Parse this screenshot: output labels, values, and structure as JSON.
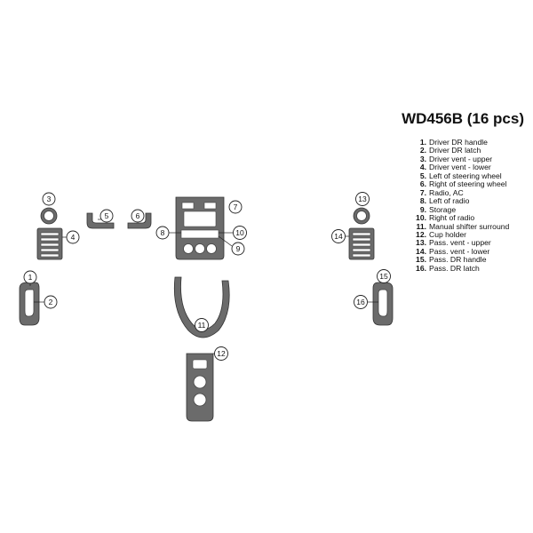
{
  "kit": {
    "title": "WD456B (16 pcs)"
  },
  "parts": [
    {
      "num": "1.",
      "name": "Driver DR handle"
    },
    {
      "num": "2.",
      "name": "Driver DR latch"
    },
    {
      "num": "3.",
      "name": "Driver vent - upper"
    },
    {
      "num": "4.",
      "name": "Driver vent - lower"
    },
    {
      "num": "5.",
      "name": "Left of steering wheel"
    },
    {
      "num": "6.",
      "name": "Right of steering wheel"
    },
    {
      "num": "7.",
      "name": "Radio, AC"
    },
    {
      "num": "8.",
      "name": "Left of radio"
    },
    {
      "num": "9.",
      "name": "Storage"
    },
    {
      "num": "10.",
      "name": "Right of radio"
    },
    {
      "num": "11.",
      "name": "Manual shifter surround"
    },
    {
      "num": "12.",
      "name": "Cup holder"
    },
    {
      "num": "13.",
      "name": "Pass. vent - upper"
    },
    {
      "num": "14.",
      "name": "Pass. vent - lower"
    },
    {
      "num": "15.",
      "name": "Pass. DR handle"
    },
    {
      "num": "16.",
      "name": "Pass. DR latch"
    }
  ],
  "callouts": [
    "1",
    "2",
    "3",
    "4",
    "5",
    "6",
    "7",
    "8",
    "9",
    "10",
    "11",
    "12",
    "13",
    "14",
    "15",
    "16"
  ],
  "colors": {
    "part_fill": "#6b6b6b",
    "background": "#ffffff"
  }
}
